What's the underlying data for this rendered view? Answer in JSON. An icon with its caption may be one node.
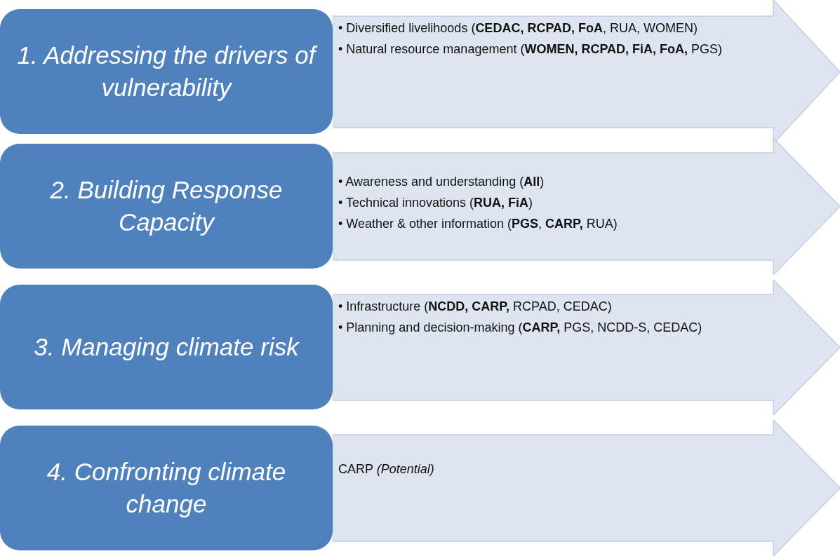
{
  "diagram": {
    "nodes": [
      {
        "text": [
          "1. Addressing the drivers of vulnerability"
        ]
      },
      {
        "text": [
          "• Diversified livelihoods (**CEDAC, RCPAD, FoA**, RUA, WOMEN)",
          "• Natural resource management (**WOMEN, RCPAD, FiA, FoA,** PGS)"
        ]
      },
      {
        "text": [
          "2. Building Response Capacity"
        ]
      },
      {
        "text": [
          "• Awareness and understanding (**All**)",
          "• Technical innovations (**RUA, FiA**)",
          "• Weather & other information (**PGS**, **CARP,** RUA)"
        ]
      },
      {
        "text": [
          "3. Managing climate risk"
        ]
      },
      {
        "text": [
          "• Infrastructure (**NCDD, CARP,** RCPAD, CEDAC)",
          "• Planning and decision-making (**CARP,** PGS, NCDD-S, CEDAC)"
        ]
      },
      {
        "text": [
          "4. Confronting climate change"
        ]
      },
      {
        "text": [
          "CARP *(Potential)*"
        ]
      }
    ]
  }
}
